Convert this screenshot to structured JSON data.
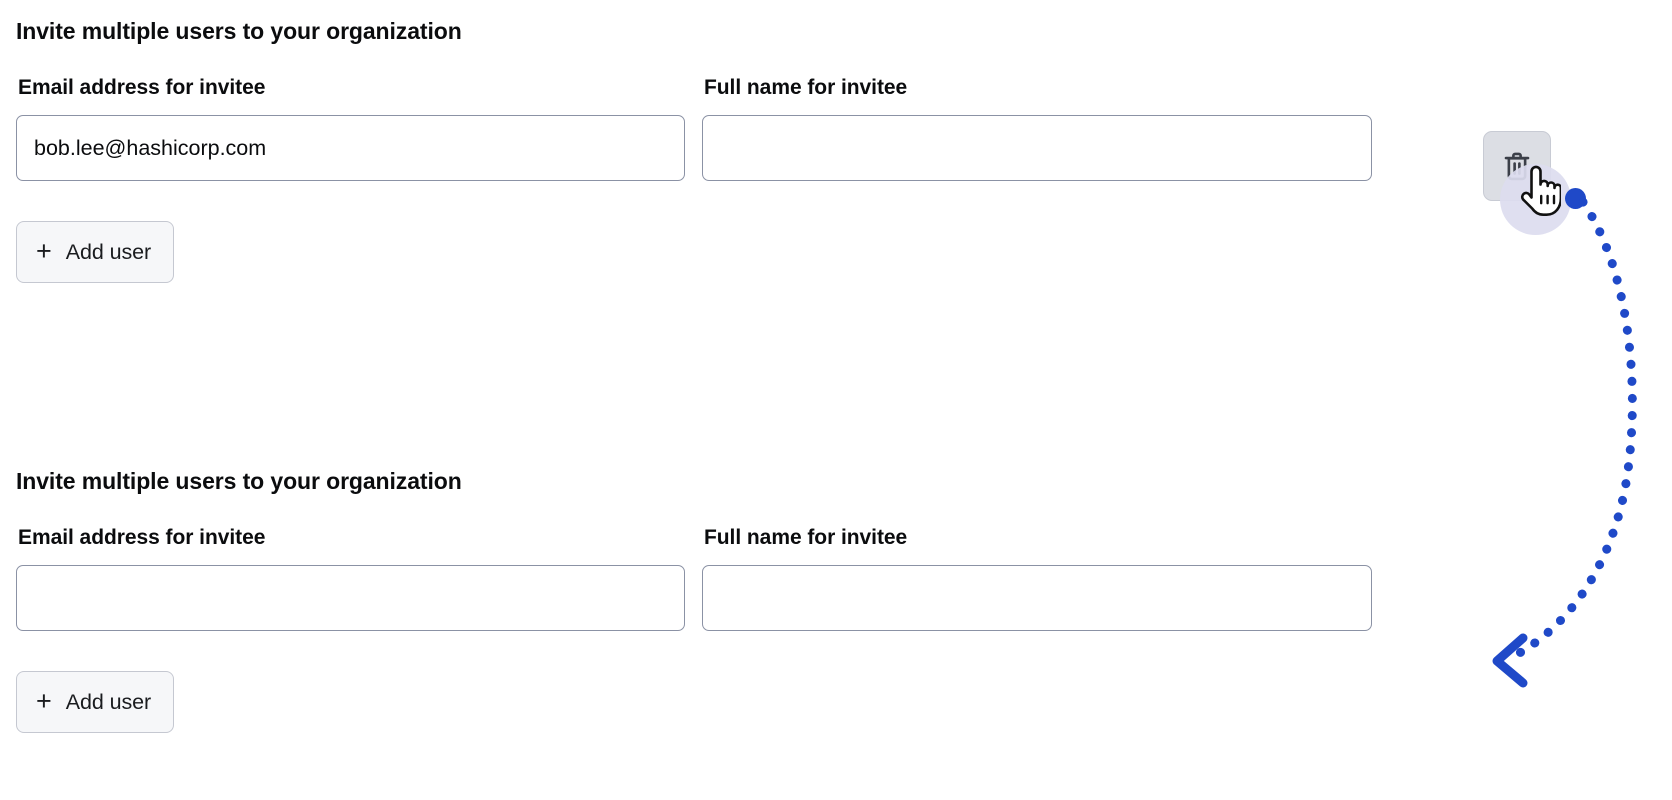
{
  "page": {
    "background": "#ffffff",
    "accent_blue": "#1f49c8",
    "border_color": "#8b92a5",
    "cursor_halo_color": "#dcdcef"
  },
  "blocks": [
    {
      "heading": "Invite multiple users to your organization",
      "email_field": {
        "label": "Email address for invitee",
        "value": "bob.lee@hashicorp.com",
        "placeholder": ""
      },
      "name_field": {
        "label": "Full name for invitee",
        "value": "",
        "placeholder": ""
      },
      "delete_button": {
        "icon": "trash-icon",
        "label": ""
      },
      "add_user_button": {
        "icon": "plus-icon",
        "plus": "+",
        "label": "Add user"
      }
    },
    {
      "heading": "Invite multiple users to your organization",
      "email_field": {
        "label": "Email address for invitee",
        "value": "",
        "placeholder": ""
      },
      "name_field": {
        "label": "Full name for invitee",
        "value": "",
        "placeholder": ""
      },
      "add_user_button": {
        "icon": "plus-icon",
        "plus": "+",
        "label": "Add user"
      }
    }
  ],
  "annotation": {
    "cursor": "hand-pointer-cursor",
    "click_marker": "blue-dot-marker",
    "arrow": "dotted-curved-arrow",
    "arrow_color": "#1f49c8"
  }
}
